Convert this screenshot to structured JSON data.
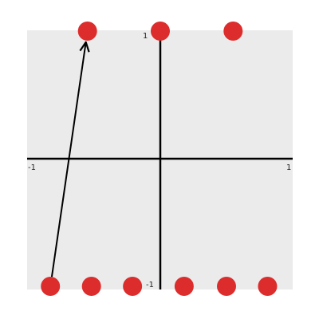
{
  "axis": {
    "x_min_label": "-1",
    "x_max_label": "1",
    "y_max_label": "1",
    "y_min_label": "-1"
  },
  "colors": {
    "plot_bg": "#ebebeb",
    "axis": "#000000",
    "point": "#dd2c2c"
  },
  "points": [
    {
      "x": -0.55,
      "y": 1.0
    },
    {
      "x": 0.0,
      "y": 1.0
    },
    {
      "x": 0.55,
      "y": 1.0
    },
    {
      "x": -0.83,
      "y": -1.0
    },
    {
      "x": -0.52,
      "y": -1.0
    },
    {
      "x": -0.21,
      "y": -1.0
    },
    {
      "x": 0.18,
      "y": -1.0
    },
    {
      "x": 0.5,
      "y": -1.0
    },
    {
      "x": 0.81,
      "y": -1.0
    }
  ],
  "drag_arrow": {
    "from": {
      "x": -0.83,
      "y": -1.0
    },
    "to": {
      "x": -0.55,
      "y": 1.0
    }
  }
}
